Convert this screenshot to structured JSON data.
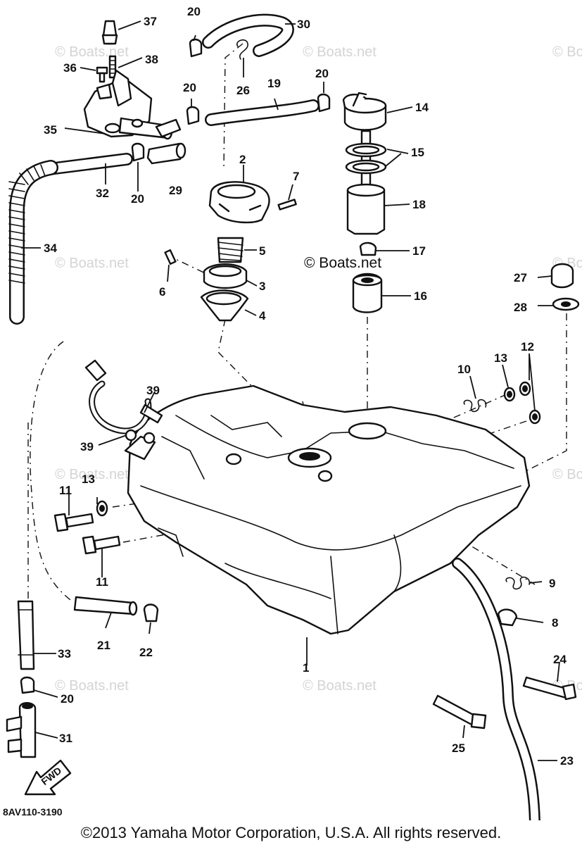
{
  "watermark": "© Boats.net",
  "part_code": "8AV110-3190",
  "direction_label": "FWD",
  "copyright": "©2013 Yamaha Motor Corporation, U.S.A. All rights reserved.",
  "callouts": {
    "c1": "1",
    "c2": "2",
    "c3": "3",
    "c4": "4",
    "c5": "5",
    "c6": "6",
    "c7": "7",
    "c8": "8",
    "c9": "9",
    "c10": "10",
    "c11a": "11",
    "c11b": "11",
    "c12": "12",
    "c13a": "13",
    "c13b": "13",
    "c14": "14",
    "c15": "15",
    "c16": "16",
    "c17": "17",
    "c18": "18",
    "c19": "19",
    "c20a": "20",
    "c20b": "20",
    "c20c": "20",
    "c20d": "20",
    "c20e": "20",
    "c21": "21",
    "c22": "22",
    "c23": "23",
    "c24": "24",
    "c25": "25",
    "c26": "26",
    "c27": "27",
    "c28": "28",
    "c29": "29",
    "c30": "30",
    "c31": "31",
    "c32": "32",
    "c33": "33",
    "c34": "34",
    "c35": "35",
    "c36": "36",
    "c37": "37",
    "c38": "38",
    "c39a": "39",
    "c39b": "39"
  }
}
